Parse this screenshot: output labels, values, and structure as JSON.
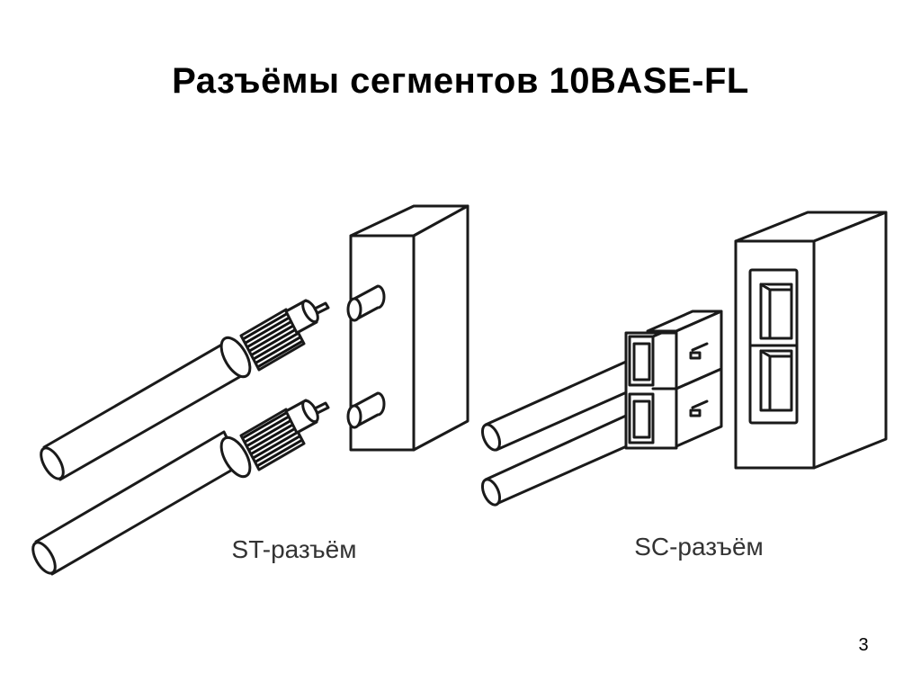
{
  "slide": {
    "title": "Разъёмы сегментов 10BASE-FL",
    "page_number": "3"
  },
  "diagram": {
    "st_caption": "ST-разъём",
    "sc_caption": "SC-разъём",
    "colors": {
      "stroke": "#1a1a1a",
      "fill": "#ffffff",
      "text": "#333333"
    }
  }
}
